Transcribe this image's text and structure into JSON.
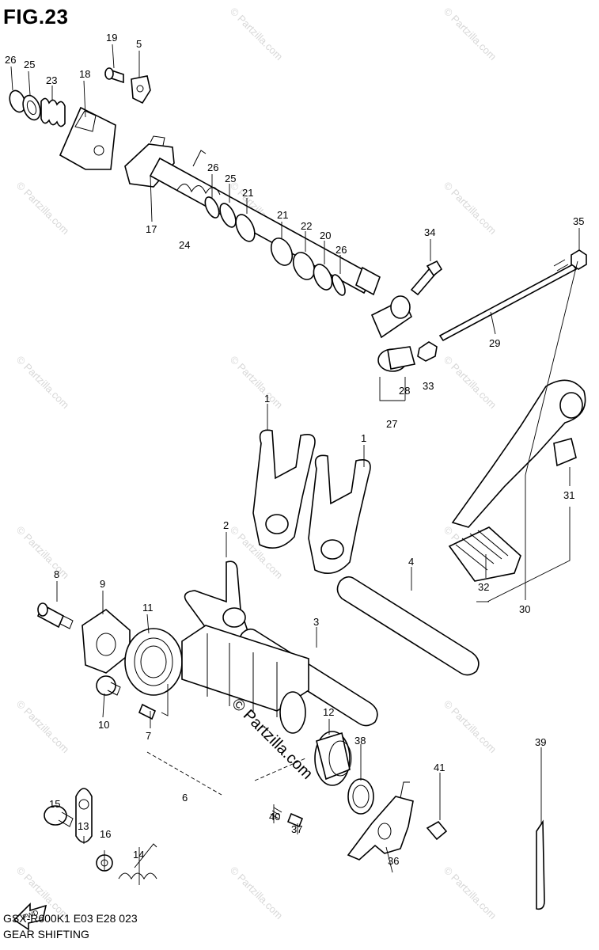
{
  "figure": {
    "title": "FIG.23",
    "model_code": "GSX-R600K1 E03 E28 023",
    "section_name": "GEAR SHIFTING",
    "watermark": "© Partzilla.com",
    "fwd_label": "FWD"
  },
  "callouts": [
    "26",
    "25",
    "23",
    "18",
    "19",
    "5",
    "17",
    "24",
    "26",
    "25",
    "21",
    "21",
    "22",
    "20",
    "26",
    "34",
    "35",
    "29",
    "28",
    "33",
    "27",
    "1",
    "1",
    "2",
    "31",
    "4",
    "3",
    "32",
    "30",
    "8",
    "9",
    "11",
    "10",
    "7",
    "12",
    "38",
    "39",
    "41",
    "15",
    "13",
    "16",
    "14",
    "6",
    "40",
    "37",
    "36"
  ]
}
